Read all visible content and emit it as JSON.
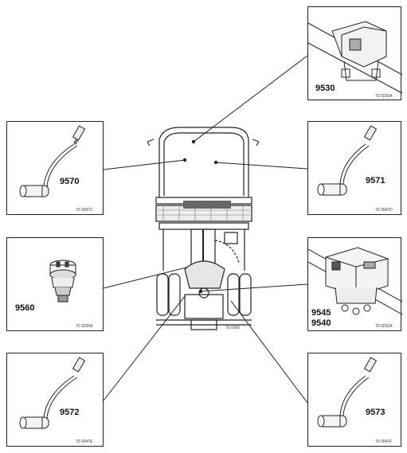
{
  "center": {
    "ref": "70 0165"
  },
  "parts": {
    "p9530": {
      "numbers": [
        "9530"
      ],
      "ref": "70 0226A"
    },
    "p9570": {
      "numbers": [
        "9570"
      ],
      "ref": "70 0047C"
    },
    "p9571": {
      "numbers": [
        "9571"
      ],
      "ref": "70 0047D"
    },
    "p9560": {
      "numbers": [
        "9560"
      ],
      "ref": "70 0235A"
    },
    "p9545_9540": {
      "numbers": [
        "9545",
        "9540"
      ],
      "ref": "70 0232A"
    },
    "p9572": {
      "numbers": [
        "9572"
      ],
      "ref": "70 0047E"
    },
    "p9573": {
      "numbers": [
        "9573"
      ],
      "ref": "70 0047F"
    }
  }
}
